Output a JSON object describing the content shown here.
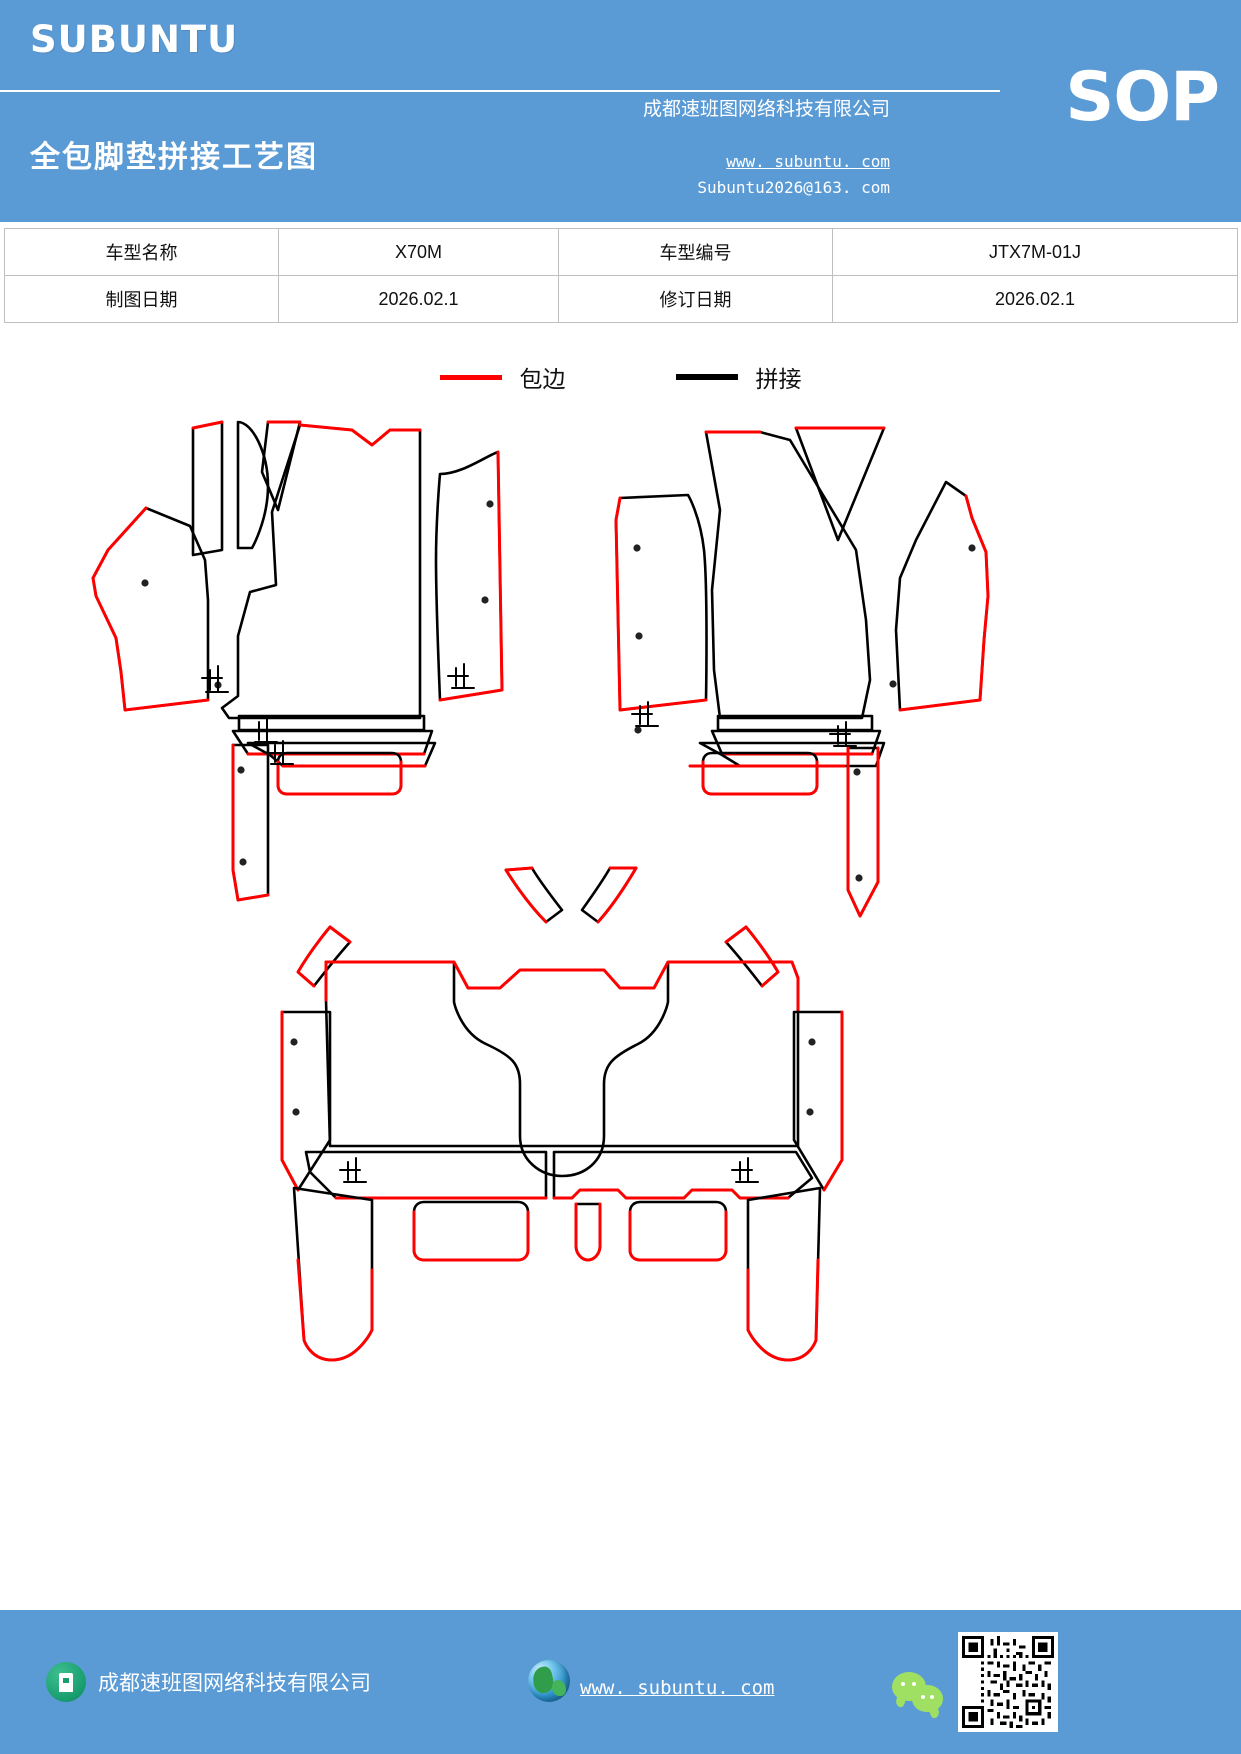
{
  "header": {
    "brand": "SUBUNTU",
    "doc_title": "全包脚垫拼接工艺图",
    "company": "成都速班图网络科技有限公司",
    "website": "www. subuntu. com",
    "email": "Subuntu2026@163. com",
    "badge": "SOP",
    "bg_color": "#5b9bd5"
  },
  "info_table": {
    "rows": [
      {
        "label1": "车型名称",
        "value1": "X70M",
        "label2": "车型编号",
        "value2": "JTX7M-01J"
      },
      {
        "label1": "制图日期",
        "value1": "2026.02.1",
        "label2": "修订日期",
        "value2": "2026.02.1"
      }
    ]
  },
  "legend": {
    "items": [
      {
        "label": "包边",
        "color": "#ff0000",
        "meaning": "binding-edge"
      },
      {
        "label": "拼接",
        "color": "#000000",
        "meaning": "seam-splice"
      }
    ]
  },
  "drawing": {
    "title": "全包脚垫拼接工艺图",
    "description": "Full-coverage car floor mat splicing process diagram — pattern pieces for front-left, front-right and rear sections",
    "line_colors": {
      "binding": "#ff0000",
      "splice": "#000000"
    },
    "groups": [
      {
        "name": "front-left-assembly",
        "pieces": 8
      },
      {
        "name": "front-right-assembly",
        "pieces": 8
      },
      {
        "name": "rear-assembly",
        "pieces": 12
      }
    ]
  },
  "footer": {
    "company": "成都速班图网络科技有限公司",
    "website": "www. subuntu. com",
    "bg_color": "#5b9bd5",
    "wechat_icon": "wechat-icon",
    "qr_label": "qr-code"
  }
}
